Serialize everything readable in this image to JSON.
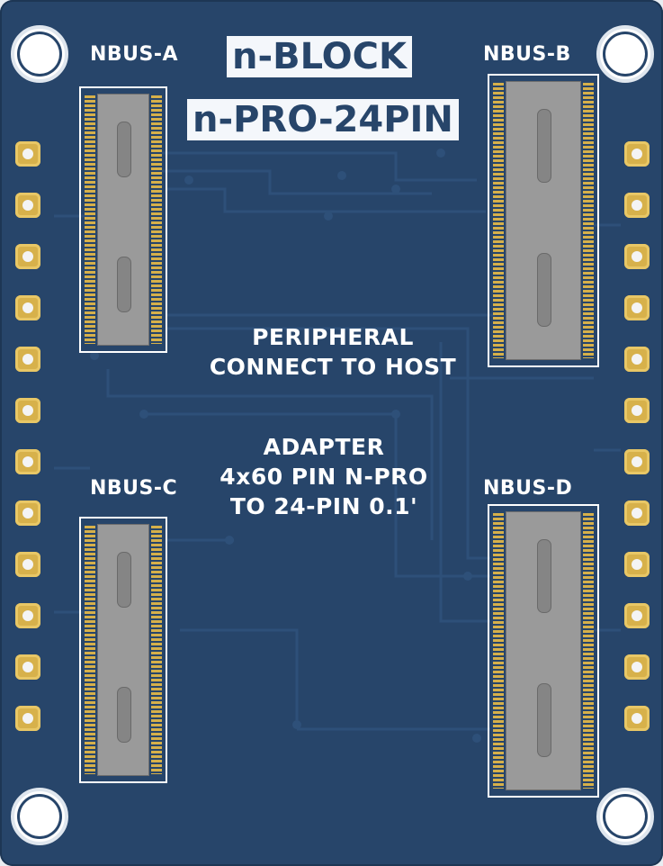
{
  "board": {
    "title_line1": "n-BLOCK",
    "title_line2": "n-PRO-24PIN",
    "center_text": {
      "line1": "PERIPHERAL",
      "line2": "CONNECT TO HOST",
      "line3": "ADAPTER",
      "line4": "4x60 PIN N-PRO",
      "line5": "TO 24-PIN 0.1'"
    },
    "connectors": {
      "a": "NBUS-A",
      "b": "NBUS-B",
      "c": "NBUS-C",
      "d": "NBUS-D"
    },
    "colors": {
      "pcb": "#27456a",
      "silkscreen": "#ffffff",
      "pad_gold": "#d7b14b",
      "connector_body": "#9a9a9a"
    }
  }
}
